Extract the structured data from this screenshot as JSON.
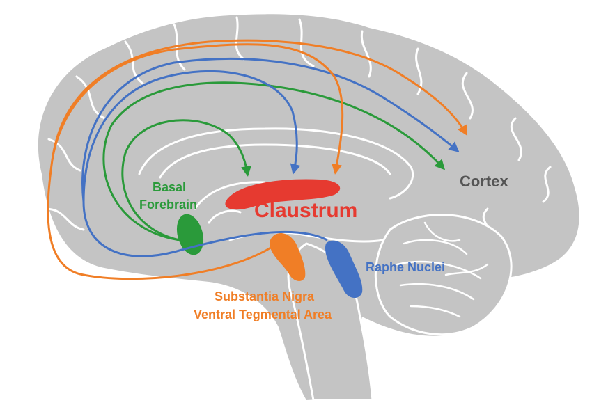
{
  "labels": {
    "cortex": "Cortex",
    "claustrum": "Claustrum",
    "basal_forebrain_line1": "Basal",
    "basal_forebrain_line2": "Forebrain",
    "raphe_nuclei": "Raphe Nuclei",
    "substantia_nigra": "Substantia Nigra",
    "ventral_tegmental_area": "Ventral Tegmental Area"
  },
  "colors": {
    "brain_fill": "#c4c4c4",
    "outline": "#ffffff",
    "cortex_text": "#555555",
    "claustrum": "#e63a30",
    "basal_forebrain": "#2a9a3a",
    "raphe_nuclei": "#4472c4",
    "substantia_nigra_vta": "#f07e26",
    "background": "#ffffff"
  },
  "pathways": [
    {
      "source": "Basal Forebrain",
      "targets": [
        "Claustrum",
        "Cortex"
      ],
      "color_key": "basal_forebrain"
    },
    {
      "source": "Raphe Nuclei",
      "targets": [
        "Claustrum",
        "Cortex"
      ],
      "color_key": "raphe_nuclei"
    },
    {
      "source": "Substantia Nigra / Ventral Tegmental Area",
      "targets": [
        "Claustrum",
        "Cortex"
      ],
      "color_key": "substantia_nigra_vta"
    }
  ]
}
